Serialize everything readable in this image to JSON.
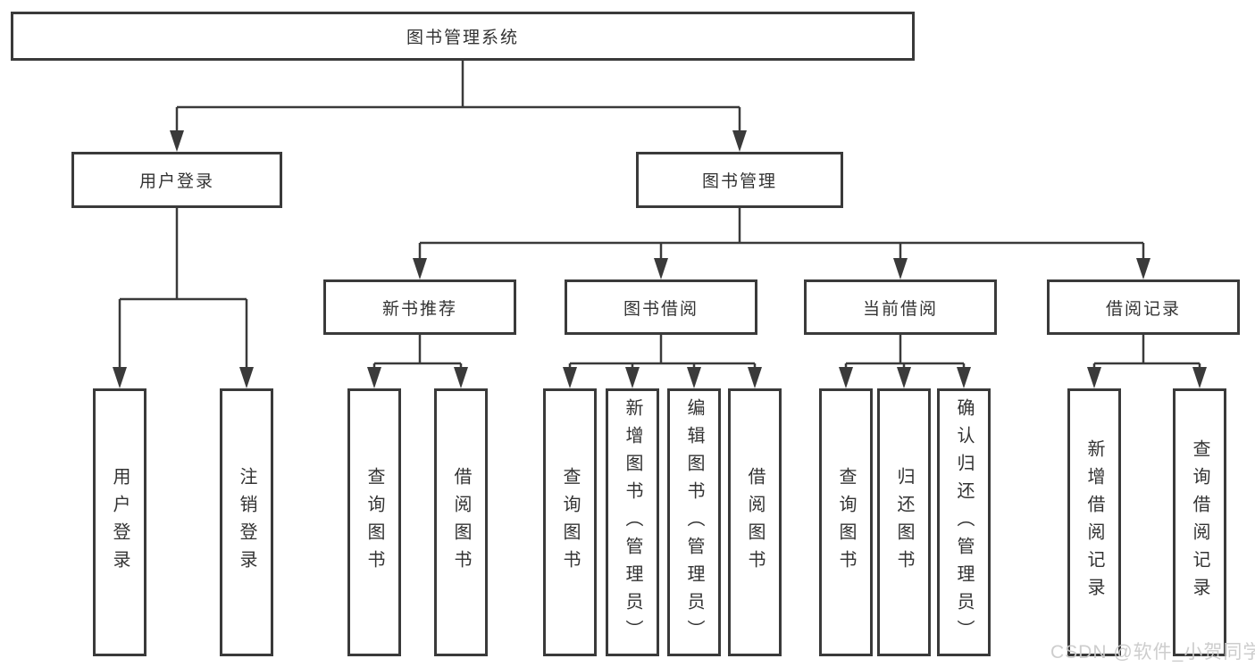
{
  "diagram_title": "图书管理系统",
  "tree": {
    "root": {
      "label": "图书管理系统"
    },
    "user_login": {
      "label": "用户登录",
      "children": [
        {
          "label": "用户登录"
        },
        {
          "label": "注销登录"
        }
      ]
    },
    "book_mgmt": {
      "label": "图书管理"
    },
    "new_book": {
      "label": "新书推荐",
      "children": [
        {
          "label": "查询图书"
        },
        {
          "label": "借阅图书"
        }
      ]
    },
    "borrowing": {
      "label": "图书借阅",
      "children": [
        {
          "label": "查询图书"
        },
        {
          "label": "新增图书（管理员）"
        },
        {
          "label": "编辑图书（管理员）"
        },
        {
          "label": "借阅图书"
        }
      ]
    },
    "current_borrow": {
      "label": "当前借阅",
      "children": [
        {
          "label": "查询图书"
        },
        {
          "label": "归还图书"
        },
        {
          "label": "确认归还（管理员）"
        }
      ]
    },
    "borrow_records": {
      "label": "借阅记录",
      "children": [
        {
          "label": "新增借阅记录"
        },
        {
          "label": "查询借阅记录"
        }
      ]
    }
  },
  "watermark": "CSDN @软件_小贺同学",
  "colors": {
    "line": "#3a3a3a",
    "box_border": "#3a3a3a",
    "text": "#333333",
    "background": "#ffffff",
    "watermark": "#cbcbcb"
  }
}
